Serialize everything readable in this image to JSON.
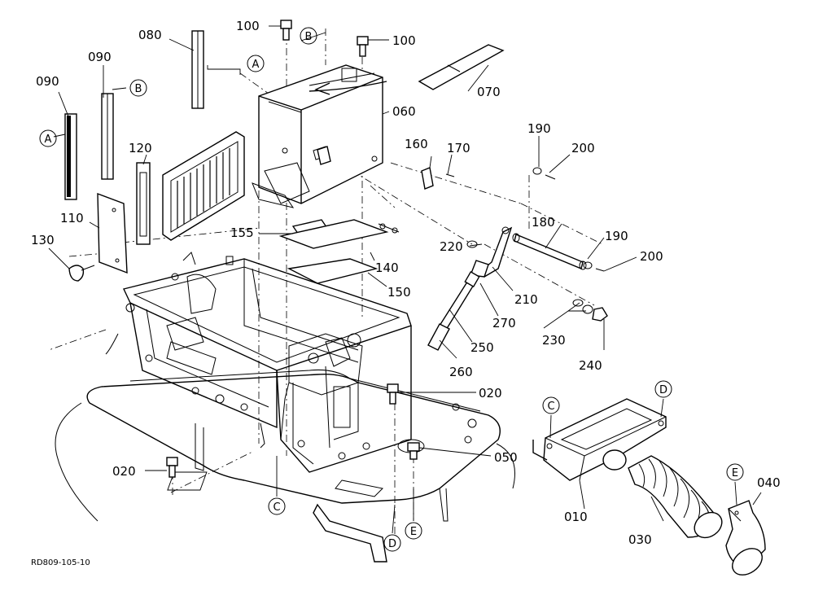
{
  "diagram": {
    "doc_code": "RD809-105-10",
    "part_labels": {
      "p090a": "090",
      "p090b": "090",
      "p080": "080",
      "p100a": "100",
      "p100b": "100",
      "p060": "060",
      "p070": "070",
      "p160": "160",
      "p170": "170",
      "p190a": "190",
      "p200a": "200",
      "p120": "120",
      "p110": "110",
      "p130": "130",
      "p155": "155",
      "p180": "180",
      "p190b": "190",
      "p200b": "200",
      "p220": "220",
      "p140": "140",
      "p150": "150",
      "p210": "210",
      "p270": "270",
      "p230": "230",
      "p240": "240",
      "p250": "250",
      "p260": "260",
      "p020a": "020",
      "p020b": "020",
      "p050": "050",
      "p010": "010",
      "p030": "030",
      "p040": "040"
    },
    "reference_markers": {
      "A1": "A",
      "A2": "A",
      "B1": "B",
      "B2": "B",
      "C1": "C",
      "C2": "C",
      "D1": "D",
      "D2": "D",
      "E1": "E",
      "E2": "E"
    }
  }
}
